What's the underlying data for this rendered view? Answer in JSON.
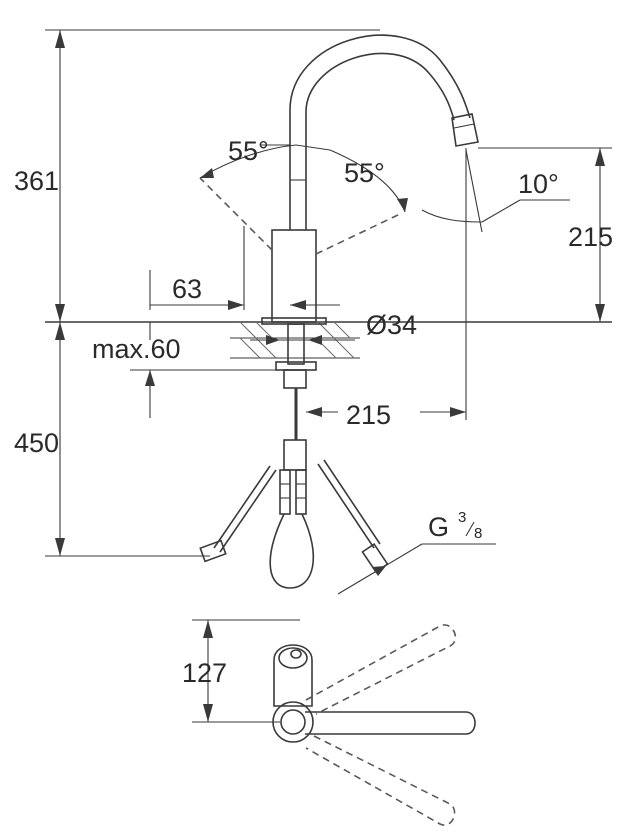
{
  "dimensions": {
    "total_height": "361",
    "spout_height": "215",
    "body_offset": "63",
    "hole_diameter": "Ø34",
    "max_thickness": "max.60",
    "under_counter": "450",
    "spout_reach": "215",
    "connection": "G",
    "connection_num": "3",
    "connection_den": "8",
    "handle_depth": "127"
  },
  "angles": {
    "lever_left": "55°",
    "lever_right": "55°",
    "spout_tilt": "10°"
  }
}
